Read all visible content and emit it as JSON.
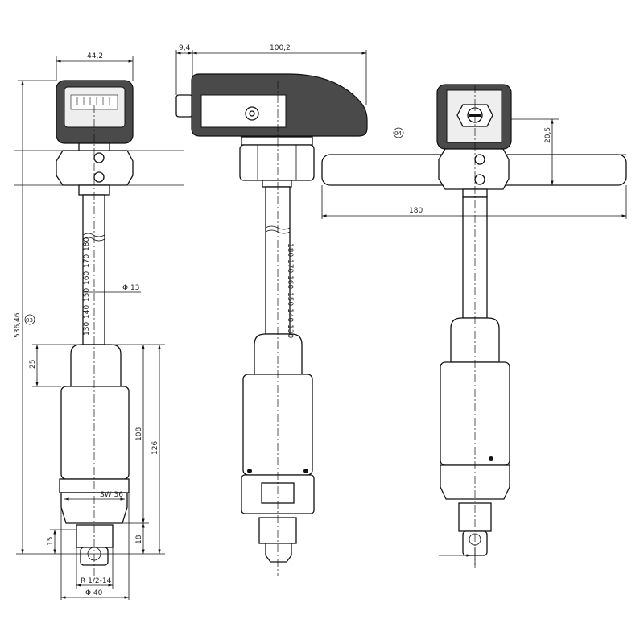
{
  "views": {
    "front": {
      "callout": "03",
      "dims": {
        "width": "44,2",
        "total": "536,46",
        "rod_dia": "Φ 13",
        "upper": "25",
        "h108": "108",
        "h126": "126",
        "sw": "SW 36",
        "h15": "15",
        "h18": "18",
        "thread": "R 1/2-14",
        "dia40": "Φ 40"
      },
      "scale": [
        "180",
        "170",
        "160",
        "150",
        "140",
        "130"
      ]
    },
    "side": {
      "dims": {
        "connector": "9,4",
        "length": "100,2"
      },
      "scale": [
        "180",
        "170",
        "160",
        "150",
        "140",
        "130"
      ]
    },
    "back": {
      "callout": "04",
      "dims": {
        "bar": "180",
        "bar_h": "20,5"
      }
    }
  }
}
